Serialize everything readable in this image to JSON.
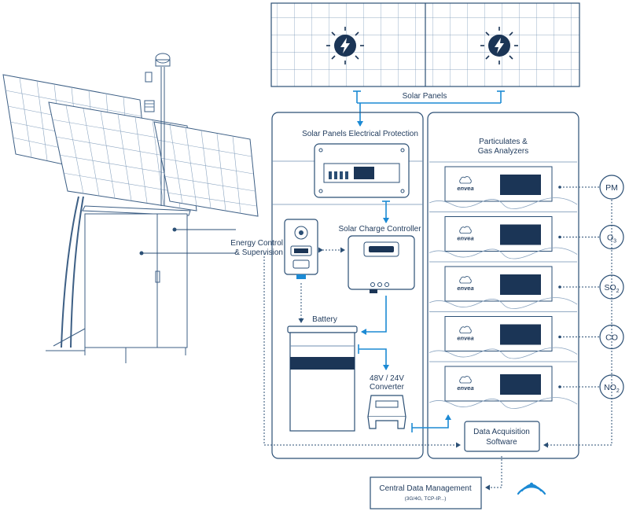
{
  "diagram": {
    "solar_panels_label": "Solar Panels",
    "electrical_protection_label": "Solar Panels Electrical Protection",
    "charge_controller_label": "Solar Charge Controller",
    "energy_control_label": [
      "Energy Control",
      "& Supervision"
    ],
    "battery_label": "Battery",
    "converter_label": [
      "48V / 24V",
      "Converter"
    ],
    "analyzers_label": [
      "Particulates &",
      "Gas Analyzers"
    ],
    "analyzer_brand": "envea",
    "pollutants": [
      {
        "base": "PM",
        "sub": ""
      },
      {
        "base": "O",
        "sub": "3"
      },
      {
        "base": "SO",
        "sub": "2"
      },
      {
        "base": "CO",
        "sub": ""
      },
      {
        "base": "NO",
        "sub": "2"
      }
    ],
    "data_acquisition_label": [
      "Data Acquisition",
      "Software"
    ],
    "central_data_label": "Central Data Management",
    "central_data_sub": "(3G/4G, TCP-IP...)"
  },
  "colors": {
    "outline": "#2b4f75",
    "light_line": "#6f8fb0",
    "accent": "#1c8ad4",
    "dark_fill": "#1b3556"
  }
}
